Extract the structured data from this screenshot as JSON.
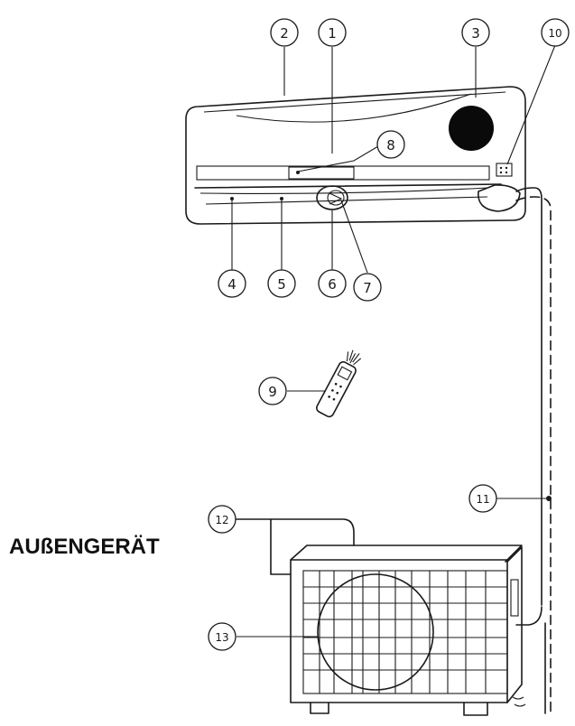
{
  "title": "AUßENGERÄT",
  "callouts": [
    "1",
    "2",
    "3",
    "4",
    "5",
    "6",
    "7",
    "8",
    "9",
    "10",
    "11",
    "12",
    "13"
  ],
  "colors": {
    "line": "#1a1a1a",
    "background": "#ffffff",
    "fill_dark": "#0a0a0a"
  }
}
